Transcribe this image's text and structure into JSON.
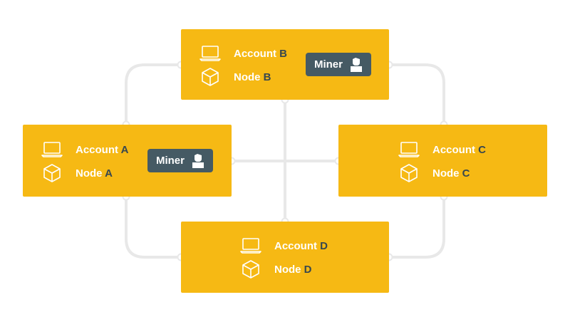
{
  "colors": {
    "node_fill": "#f6b914",
    "connector": "#e8e8e8",
    "miner_badge": "#455a64",
    "label_text": "#ffffff",
    "node_letter": "#37474f"
  },
  "icons": {
    "account": "laptop-icon",
    "node": "cube-icon",
    "miner": "miner-person-icon"
  },
  "nodes": {
    "a": {
      "account_word": "Account",
      "node_word": "Node",
      "letter": "A",
      "miner_label": "Miner"
    },
    "b": {
      "account_word": "Account",
      "node_word": "Node",
      "letter": "B",
      "miner_label": "Miner"
    },
    "c": {
      "account_word": "Account",
      "node_word": "Node",
      "letter": "C"
    },
    "d": {
      "account_word": "Account",
      "node_word": "Node",
      "letter": "D"
    }
  }
}
